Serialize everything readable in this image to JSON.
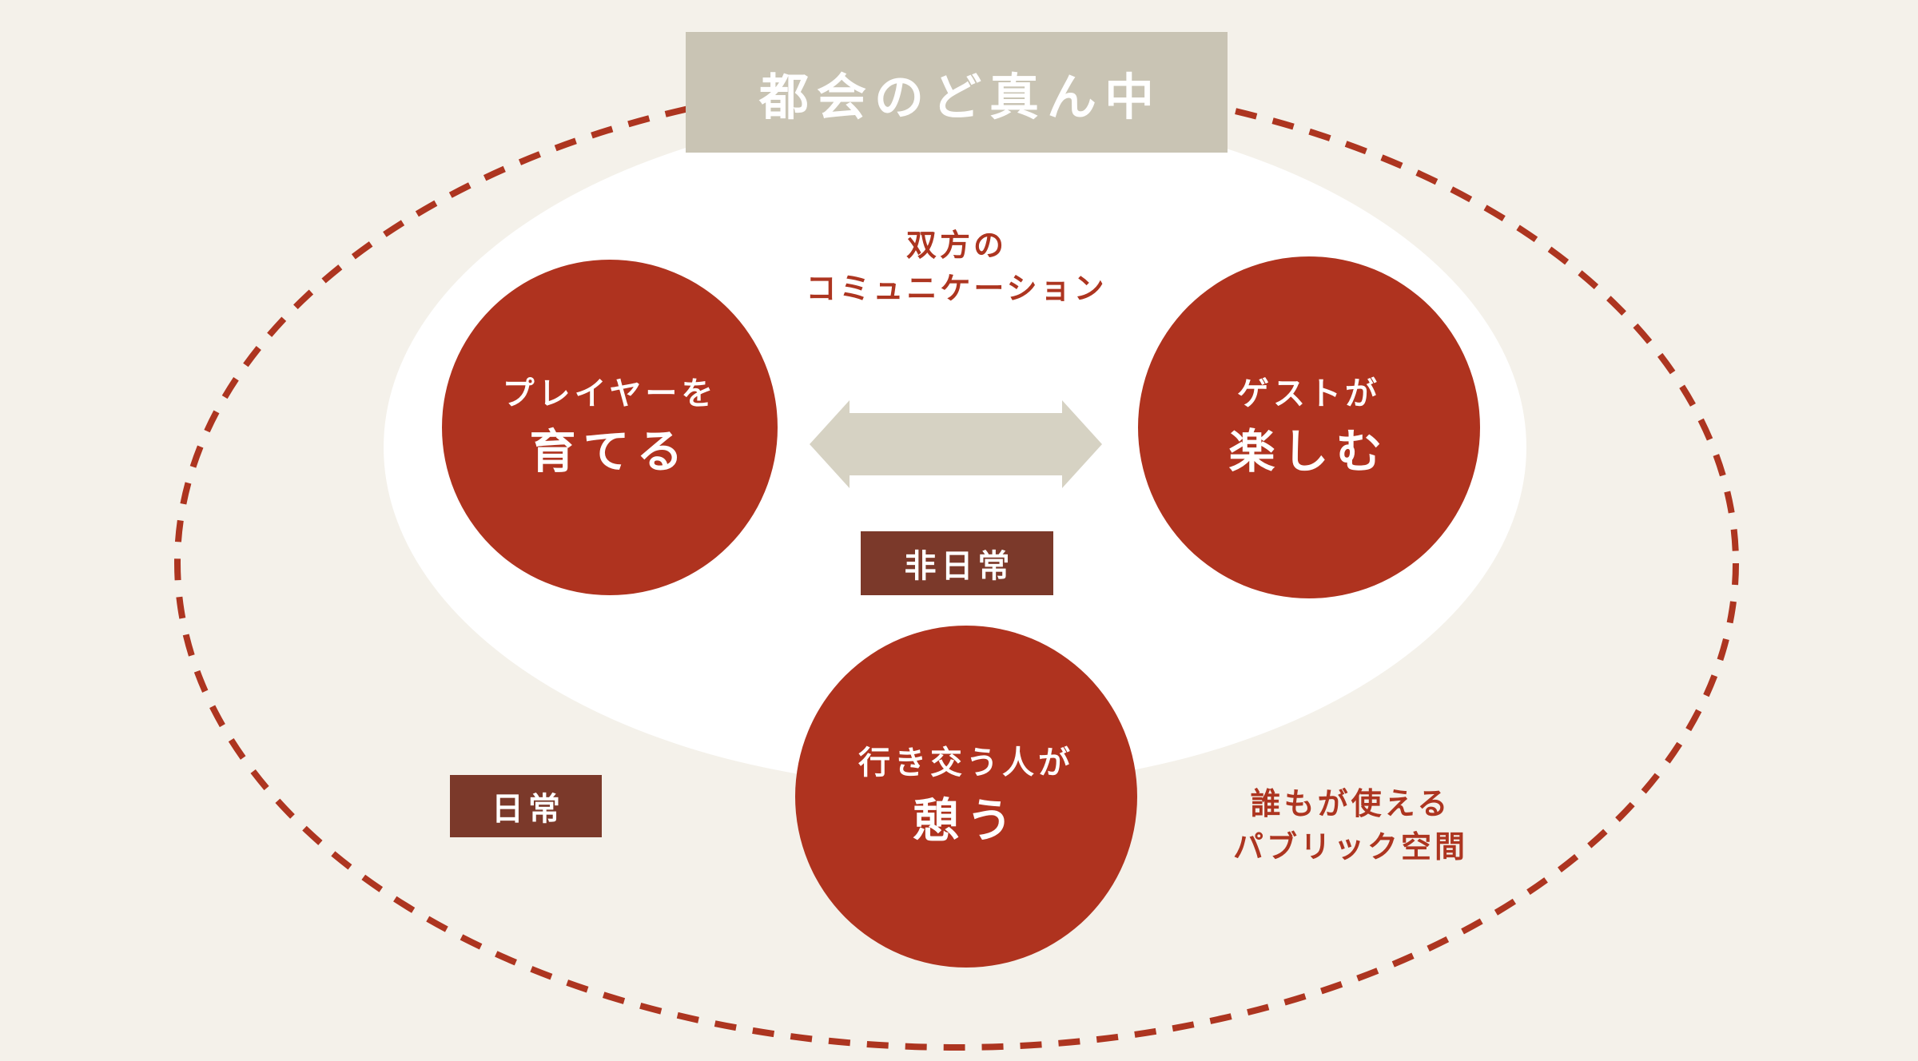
{
  "diagram": {
    "title": "都会のど真ん中",
    "captions": {
      "communication_line1": "双方の",
      "communication_line2": "コミュニケーション",
      "public_space_line1": "誰もが使える",
      "public_space_line2": "パブリック空間"
    },
    "zones": {
      "extraordinary_label": "非日常",
      "everyday_label": "日常"
    },
    "circles": {
      "player": {
        "line1": "プレイヤーを",
        "line2": "育てる"
      },
      "guest": {
        "line1": "ゲストが",
        "line2": "楽しむ"
      },
      "passersby": {
        "line1": "行き交う人が",
        "line2": "憩う"
      }
    },
    "colors": {
      "background": "#f4f1ea",
      "inner_ellipse_white": "#ffffff",
      "circle_red": "#af331f",
      "accent_red": "#ad3520",
      "zone_box_brown": "#7b392a",
      "title_box_beige": "#c9c4b4",
      "arrow_beige": "#d6d2c3",
      "text_white": "#ffffff"
    }
  }
}
